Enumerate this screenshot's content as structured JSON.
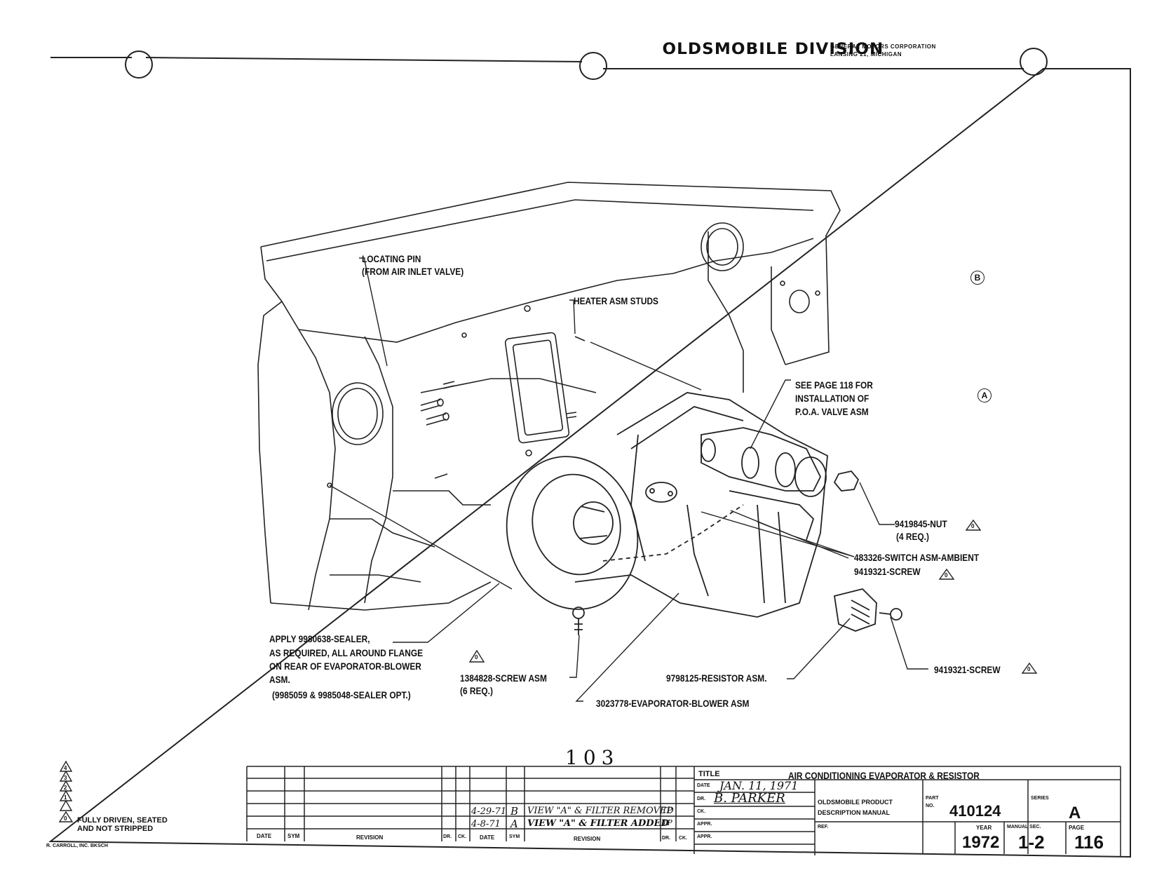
{
  "header": {
    "division": "OLDSMOBILE DIVISION",
    "corp_line1": "GENERAL MOTORS CORPORATION",
    "corp_line2": "LANSING 21, MICHIGAN"
  },
  "callouts": {
    "locating_pin_1": "LOCATING PIN",
    "locating_pin_2": "(FROM AIR INLET VALVE)",
    "heater_studs": "HEATER ASM STUDS",
    "see_page_1": "SEE PAGE 118 FOR",
    "see_page_2": "INSTALLATION OF",
    "see_page_3": "P.O.A. VALVE ASM",
    "nut_1": "9419845-NUT",
    "nut_2": "(4 REQ.)",
    "switch": "483326-SWITCH ASM-AMBIENT",
    "screw_a": "9419321-SCREW",
    "screw_b": "9419321-SCREW",
    "resistor": "9798125-RESISTOR ASM.",
    "evap": "3023778-EVAPORATOR-BLOWER ASM",
    "screw_asm_1": "1384828-SCREW ASM",
    "screw_asm_2": "(6 REQ.)",
    "sealer_1": "APPLY 9980638-SEALER,",
    "sealer_2": "AS REQUIRED, ALL AROUND FLANGE",
    "sealer_3": "ON REAR OF EVAPORATOR-BLOWER",
    "sealer_4": "ASM.",
    "sealer_5": "(9985059 & 9985048-SEALER OPT.)",
    "view_a": "A",
    "view_b": "B",
    "tri_mark": "0"
  },
  "page_number_handwritten": "103",
  "legend": {
    "triangles": [
      "4",
      "3",
      "2",
      "1",
      "0"
    ],
    "note_1": "FULLY DRIVEN, SEATED",
    "note_2": "AND NOT STRIPPED"
  },
  "revisions": [
    {
      "date": "4-29-71",
      "sym": "B",
      "text": "VIEW \"A\" & FILTER REMOVED",
      "dr": "TP"
    },
    {
      "date": "4-8-71",
      "sym": "A",
      "text": "VIEW \"A\" & FILTER ADDED",
      "dr": "TP"
    }
  ],
  "revision_headers": {
    "date": "DATE",
    "sym": "SYM",
    "revision": "REVISION",
    "dr": "DR.",
    "ck": "CK.",
    "date2": "DATE",
    "sym2": "SYM",
    "revision2": "REVISION",
    "dr2": "DR.",
    "ck2": "CK."
  },
  "title_block": {
    "title_label": "TITLE",
    "title": "AIR CONDITIONING EVAPORATOR & RESISTOR",
    "date_label": "DATE",
    "date_value": "JAN. 11, 1971",
    "dr_label": "DR.",
    "dr_value": "B. PARKER",
    "ck_label": "CK.",
    "appr_label": "APPR.",
    "appr_label2": "APPR.",
    "manual_1": "OLDSMOBILE PRODUCT",
    "manual_2": "DESCRIPTION MANUAL",
    "ref_label": "REF.",
    "part_label_1": "PART",
    "part_label_2": "NO.",
    "part_no": "410124",
    "series_label": "SERIES",
    "series": "A",
    "year_label": "YEAR",
    "year": "1972",
    "manual_sec_label": "MANUAL SEC.",
    "manual_sec": "1-2",
    "page_label": "PAGE",
    "page": "116"
  },
  "footer_left": "R. CARROLL, INC. BKSCH"
}
